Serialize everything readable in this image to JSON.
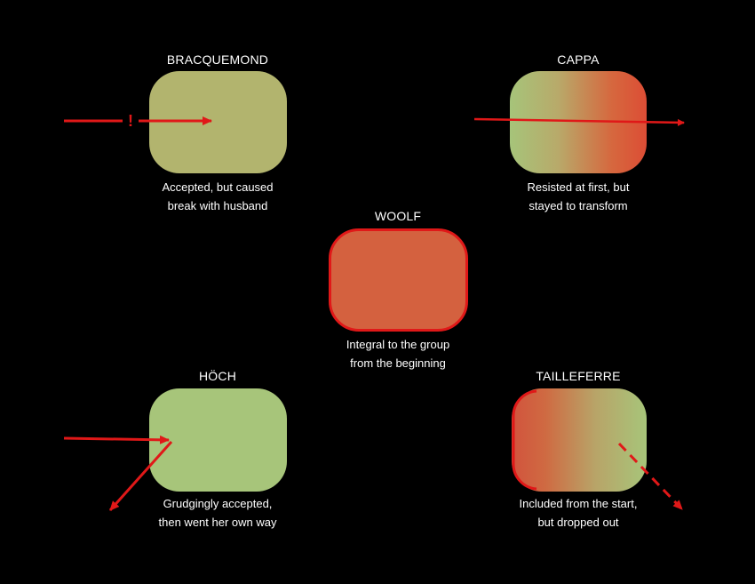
{
  "colors": {
    "background": "#000000",
    "text": "#ffffff",
    "arrow": "#e01818",
    "olive": "#b2b46e",
    "green": "#a7c57a",
    "red_orange": "#d4613f"
  },
  "nodes": {
    "bracquemond": {
      "title": "BRACQUEMOND",
      "caption_line1": "Accepted, but caused",
      "caption_line2": "break with husband",
      "marker": "!"
    },
    "cappa": {
      "title": "CAPPA",
      "caption_line1": "Resisted at first, but",
      "caption_line2": "stayed to transform"
    },
    "woolf": {
      "title": "WOOLF",
      "caption_line1": "Integral to the group",
      "caption_line2": "from the beginning"
    },
    "hoch": {
      "title": "HÖCH",
      "caption_line1": "Grudgingly accepted,",
      "caption_line2": "then went her own way"
    },
    "tailleferre": {
      "title": "TAILLEFERRE",
      "caption_line1": "Included from the start,",
      "caption_line2": "but dropped out"
    }
  }
}
